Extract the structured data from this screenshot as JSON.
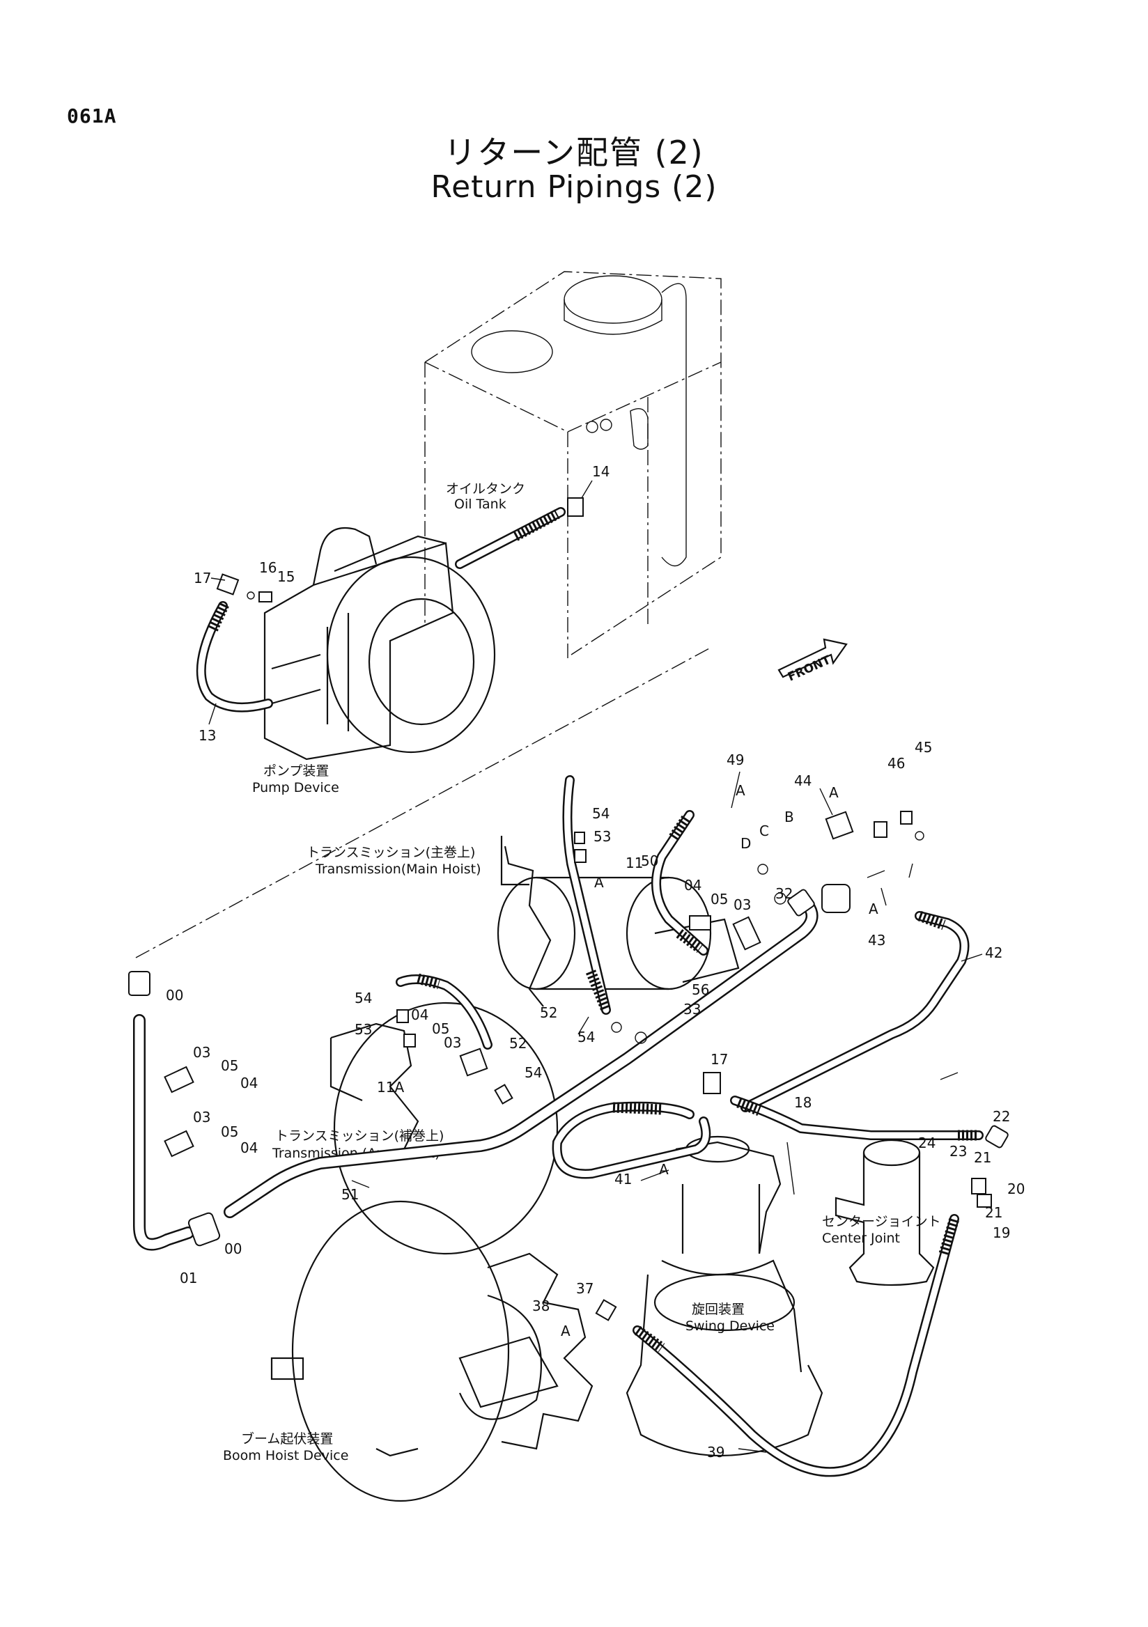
{
  "page_code": "061A",
  "title": {
    "jp": "リターン配管 (2)",
    "en": "Return Pipings (2)"
  },
  "components": {
    "oil_tank": {
      "jp": "オイルタンク",
      "en": "Oil Tank"
    },
    "pump_device": {
      "jp": "ポンプ装置",
      "en": "Pump Device"
    },
    "transmission_main": {
      "jp": "トランスミッション(主巻上)",
      "en": "Transmission(Main Hoist)"
    },
    "transmission_aux": {
      "jp": "トランスミッション(補巻上)",
      "en": "Transmission (Aux. Hoist)"
    },
    "center_joint": {
      "jp": "センタージョイント",
      "en": "Center Joint"
    },
    "swing_device": {
      "jp": "旋回装置",
      "en": "Swing Device"
    },
    "boom_hoist": {
      "jp": "ブーム起伏装置",
      "en": "Boom Hoist Device"
    }
  },
  "front_label": "FRONT",
  "callouts": {
    "p14": "14",
    "p17a": "17",
    "p16": "16",
    "p15": "15",
    "p13": "13",
    "p49": "49",
    "p46": "46",
    "p45": "45",
    "p44": "44",
    "p54a": "54",
    "p53a": "53",
    "p11": "11",
    "p50": "50",
    "p04a": "04",
    "p05a": "05",
    "p03a": "03",
    "p32": "32",
    "p43": "43",
    "p42": "42",
    "p56": "56",
    "p33": "33",
    "p52a": "52",
    "p54b": "54",
    "p00a": "00",
    "p54c": "54",
    "p04b": "04",
    "p53b": "53",
    "p05b": "05",
    "p03b": "03",
    "p52b": "52",
    "p11a": "11A",
    "p54d": "54",
    "p03c": "03",
    "p05c": "05",
    "p04c": "04",
    "p03d": "03",
    "p05d": "05",
    "p04d": "04",
    "p17b": "17",
    "p18": "18",
    "p22": "22",
    "p24": "24",
    "p23": "23",
    "p21a": "21",
    "p20": "20",
    "p21b": "21",
    "p19": "19",
    "p51": "51",
    "p41": "41",
    "p00b": "00",
    "p01": "01",
    "p37": "37",
    "p38": "38",
    "p39": "39"
  },
  "connection_letters": {
    "a1": "A",
    "a2": "A",
    "a3": "A",
    "a4": "A",
    "a5": "A",
    "a6": "A",
    "b": "B",
    "c": "C",
    "d": "D"
  }
}
